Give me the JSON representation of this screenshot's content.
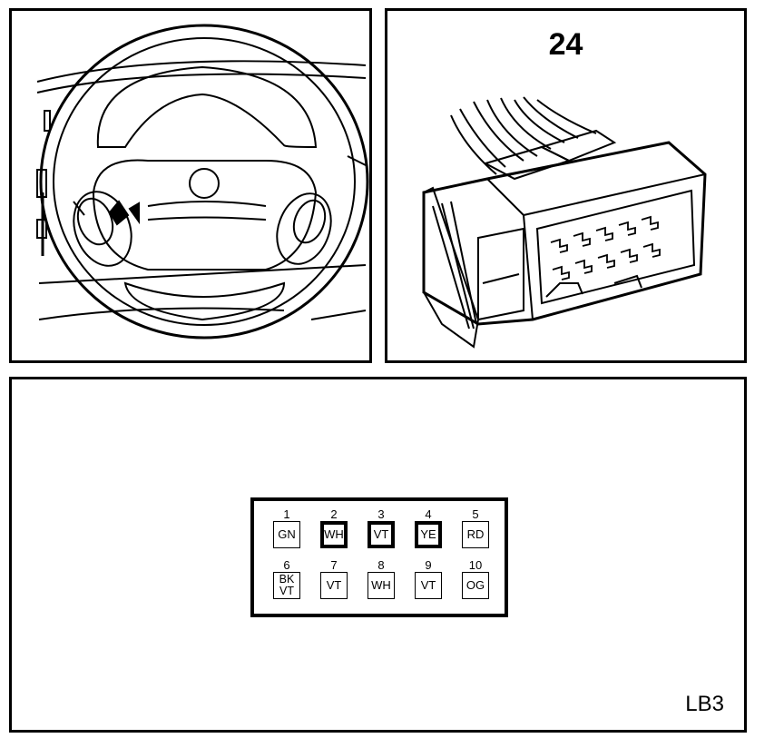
{
  "connector": {
    "number": "24"
  },
  "figure": {
    "code": "LB3"
  },
  "pins": [
    {
      "num": "1",
      "color": "GN",
      "highlighted": false
    },
    {
      "num": "2",
      "color": "WH",
      "highlighted": true
    },
    {
      "num": "3",
      "color": "VT",
      "highlighted": true
    },
    {
      "num": "4",
      "color": "YE",
      "highlighted": true
    },
    {
      "num": "5",
      "color": "RD",
      "highlighted": false
    },
    {
      "num": "6",
      "color": "BK",
      "color2": "VT",
      "highlighted": false
    },
    {
      "num": "7",
      "color": "VT",
      "highlighted": false
    },
    {
      "num": "8",
      "color": "WH",
      "highlighted": false
    },
    {
      "num": "9",
      "color": "VT",
      "highlighted": false
    },
    {
      "num": "10",
      "color": "OG",
      "highlighted": false
    }
  ]
}
